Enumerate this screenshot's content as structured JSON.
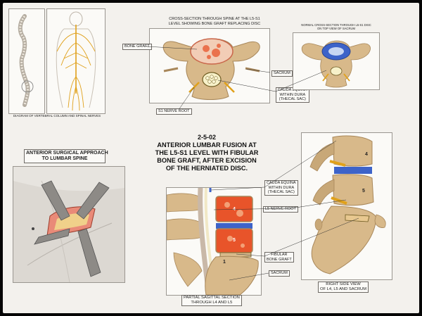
{
  "top": {
    "diagram_caption": "Diagram of vertebral column and spinal nerves",
    "cross_section_title_1": "Cross-section through spine at the L5-S1",
    "cross_section_title_2": "level showing bone graft replacing disc",
    "normal_title_1": "Normal cross-section through L5-S1 disc",
    "normal_title_2": "on top view of sacrum",
    "labels": {
      "bone_graft": "Bone graft",
      "sacrum": "Sacrum",
      "cauda_1": "Cauda equina",
      "cauda_2": "within dura",
      "cauda_3": "(thecal sac)",
      "s1_nerve_root": "S1 nerve root"
    }
  },
  "main": {
    "date": "2-5-02",
    "title_lines": [
      "Anterior lumbar fusion at",
      "the L5-S1 level with fibular",
      "bone graft, after excision",
      "of the herniated disc."
    ]
  },
  "approach": {
    "title_1": "Anterior surgical approach",
    "title_2": "to lumbar spine"
  },
  "sagittal": {
    "vertebra_labels": [
      "4",
      "5",
      "1"
    ],
    "labels": {
      "cauda_1": "Cauda equina",
      "cauda_2": "within dura",
      "cauda_3": "(thecal sac)",
      "l5_nerve_root": "L5 nerve root",
      "fibular_1": "Fibular",
      "fibular_2": "bone graft",
      "sacrum": "Sacrum"
    },
    "caption_1": "Partial sagittal section",
    "caption_2": "through L4 and L5"
  },
  "side": {
    "vertebra_labels": [
      "4",
      "5"
    ],
    "caption_1": "Right side view",
    "caption_2": "of L4, L5 and sacrum"
  },
  "colors": {
    "bone": "#d8b98a",
    "bone_dark": "#a8875a",
    "nerve": "#e0a11b",
    "marrow": "#e8542a",
    "disc_blue": "#3d63c9",
    "skin": "#d9d6d0"
  }
}
